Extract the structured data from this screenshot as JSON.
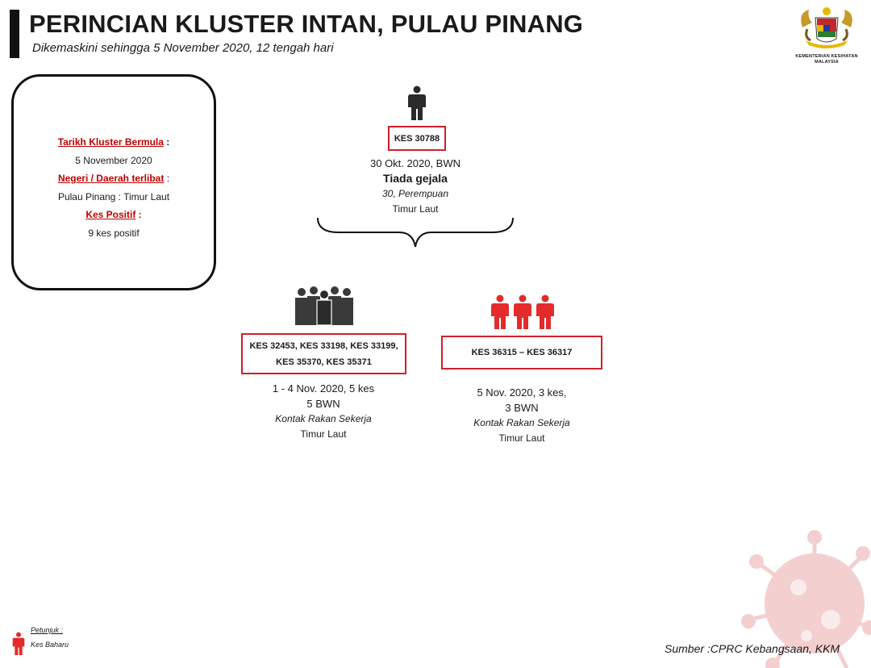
{
  "header": {
    "title": "PERINCIAN KLUSTER INTAN, PULAU PINANG",
    "subtitle": "Dikemaskini sehingga 5 November 2020, 12 tengah hari"
  },
  "logo": {
    "caption_line1": "KEMENTERIAN KESIHATAN",
    "caption_line2": "MALAYSIA"
  },
  "info_box": {
    "start_label": "Tarikh Kluster Bermula",
    "start_value": "5 November 2020",
    "state_label": "Negeri / Daerah terlibat",
    "state_value": "Pulau Pinang : Timur Laut",
    "positive_label": "Kes Positif",
    "positive_value": "9 kes positif",
    "colon": ":"
  },
  "index_case": {
    "case_id": "KES 30788",
    "date_line": "30  Okt. 2020, BWN",
    "symptom": "Tiada gejala",
    "profile": "30, Perempuan",
    "district": "Timur Laut"
  },
  "group_left": {
    "case_line1": "KES 32453, KES 33198, KES 33199,",
    "case_line2": "KES 35370, KES 35371",
    "date_line": "1 - 4 Nov. 2020, 5 kes",
    "count_line": "5 BWN",
    "relation": "Kontak Rakan Sekerja",
    "district": "Timur Laut"
  },
  "group_right": {
    "case_ids": "KES 36315 – KES 36317",
    "date_line": "5 Nov. 2020, 3 kes,",
    "count_line": "3 BWN",
    "relation": "Kontak Rakan Sekerja",
    "district": "Timur Laut"
  },
  "legend": {
    "title": "Petunjuk :",
    "new_case": "Kes Baharu"
  },
  "source": "Sumber :CPRC Kebangsaan,  KKM",
  "colors": {
    "accent_red": "#d0202a",
    "label_red": "#c00000",
    "person_dark": "#2b2b2b",
    "virus_watermark": "#f2c7c7"
  },
  "icons": {
    "person": "person-icon",
    "group": "group-icon",
    "new_case": "new-case-person-icon",
    "coat_of_arms": "coat-of-arms-icon",
    "virus": "virus-watermark"
  }
}
